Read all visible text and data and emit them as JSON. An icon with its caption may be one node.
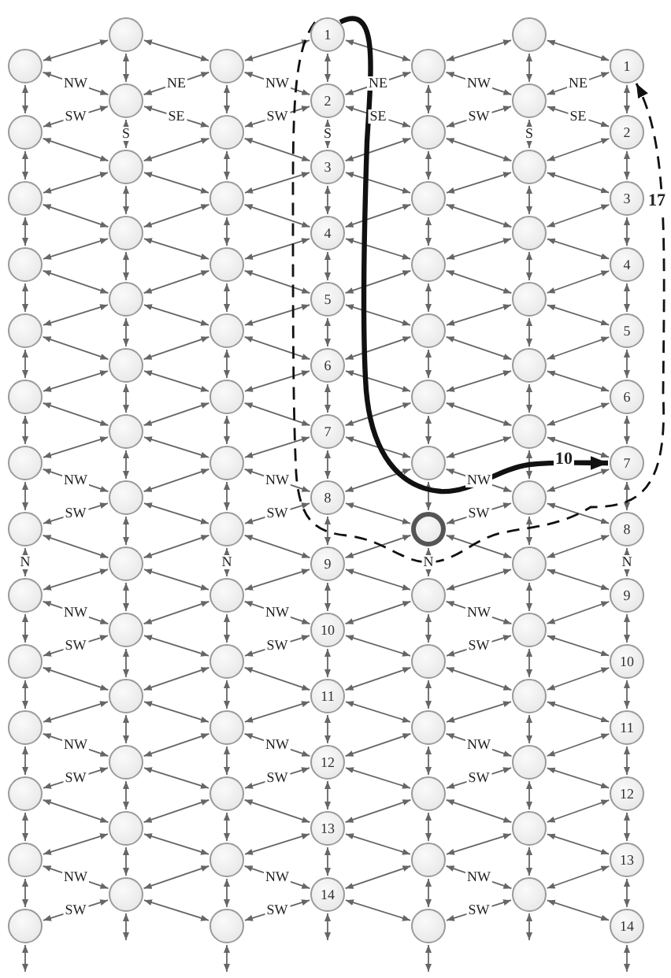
{
  "diagram": {
    "nodes": [
      {
        "text": [],
        "shape": "circle"
      },
      {
        "text": [],
        "shape": "circle"
      },
      {
        "text": [],
        "shape": "circle"
      },
      {
        "text": [],
        "shape": "circle"
      },
      {
        "text": [],
        "shape": "circle"
      },
      {
        "text": [],
        "shape": "circle"
      },
      {
        "text": [],
        "shape": "circle"
      },
      {
        "text": [],
        "shape": "circle"
      },
      {
        "text": [],
        "shape": "circle"
      },
      {
        "text": [],
        "shape": "circle"
      },
      {
        "text": [],
        "shape": "circle"
      },
      {
        "text": [],
        "shape": "circle"
      },
      {
        "text": [],
        "shape": "circle"
      },
      {
        "text": [],
        "shape": "circle"
      },
      {
        "text": [],
        "shape": "circle"
      },
      {
        "text": [],
        "shape": "circle"
      },
      {
        "text": [],
        "shape": "circle"
      },
      {
        "text": [],
        "shape": "circle"
      },
      {
        "text": [],
        "shape": "circle"
      },
      {
        "text": [],
        "shape": "circle"
      },
      {
        "text": [],
        "shape": "circle"
      },
      {
        "text": [],
        "shape": "circle"
      },
      {
        "text": [],
        "shape": "circle"
      },
      {
        "text": [],
        "shape": "circle"
      },
      {
        "text": [],
        "shape": "circle"
      },
      {
        "text": [],
        "shape": "circle"
      },
      {
        "text": [],
        "shape": "circle"
      },
      {
        "text": [],
        "shape": "circle"
      },
      {
        "text": [],
        "shape": "circle"
      },
      {
        "text": [],
        "shape": "circle"
      },
      {
        "text": [],
        "shape": "circle"
      },
      {
        "text": [],
        "shape": "circle"
      },
      {
        "text": [],
        "shape": "circle"
      },
      {
        "text": [],
        "shape": "circle"
      },
      {
        "text": [],
        "shape": "circle"
      },
      {
        "text": [],
        "shape": "circle"
      },
      {
        "text": [],
        "shape": "circle"
      },
      {
        "text": [],
        "shape": "circle"
      },
      {
        "text": [],
        "shape": "circle"
      },
      {
        "text": [],
        "shape": "circle"
      },
      {
        "text": [],
        "shape": "circle"
      },
      {
        "text": [],
        "shape": "circle"
      },
      {
        "text": [
          "1"
        ]
      },
      {
        "text": [
          "2"
        ]
      },
      {
        "text": [
          "3"
        ]
      },
      {
        "text": [
          "4"
        ]
      },
      {
        "text": [
          "5"
        ]
      },
      {
        "text": [
          "6"
        ]
      },
      {
        "text": [
          "7"
        ]
      },
      {
        "text": [
          "8"
        ]
      },
      {
        "text": [
          "9"
        ]
      },
      {
        "text": [
          "10"
        ]
      },
      {
        "text": [
          "11"
        ]
      },
      {
        "text": [
          "12"
        ]
      },
      {
        "text": [
          "13"
        ]
      },
      {
        "text": [
          "14"
        ]
      },
      {
        "text": [],
        "shape": "circle"
      },
      {
        "text": [],
        "shape": "circle"
      },
      {
        "text": [],
        "shape": "circle"
      },
      {
        "text": [],
        "shape": "circle"
      },
      {
        "text": [],
        "shape": "circle"
      },
      {
        "text": [],
        "shape": "circle"
      },
      {
        "text": [],
        "shape": "circle"
      },
      {
        "text": [],
        "shape": "circle"
      },
      {
        "text": [],
        "shape": "circle"
      },
      {
        "text": [],
        "shape": "circle"
      },
      {
        "text": [],
        "shape": "circle"
      },
      {
        "text": [],
        "shape": "circle"
      },
      {
        "text": [],
        "shape": "circle"
      },
      {
        "text": [],
        "shape": "circle"
      },
      {
        "text": [],
        "shape": "circle"
      },
      {
        "text": [],
        "shape": "circle"
      },
      {
        "text": [],
        "shape": "circle"
      },
      {
        "text": [],
        "shape": "circle"
      },
      {
        "text": [],
        "shape": "circle"
      },
      {
        "text": [],
        "shape": "circle"
      },
      {
        "text": [],
        "shape": "circle"
      },
      {
        "text": [],
        "shape": "circle"
      },
      {
        "text": [],
        "shape": "circle"
      },
      {
        "text": [],
        "shape": "circle"
      },
      {
        "text": [],
        "shape": "circle"
      },
      {
        "text": [],
        "shape": "circle"
      },
      {
        "text": [],
        "shape": "circle"
      },
      {
        "text": [],
        "shape": "circle"
      },
      {
        "text": [
          "1"
        ]
      },
      {
        "text": [
          "2"
        ]
      },
      {
        "text": [
          "3"
        ]
      },
      {
        "text": [
          "4"
        ]
      },
      {
        "text": [
          "5"
        ]
      },
      {
        "text": [
          "6"
        ]
      },
      {
        "text": [
          "7"
        ]
      },
      {
        "text": [
          "8"
        ]
      },
      {
        "text": [
          "9"
        ]
      },
      {
        "text": [
          "10"
        ]
      },
      {
        "text": [
          "11"
        ]
      },
      {
        "text": [
          "12"
        ]
      },
      {
        "text": [
          "13"
        ]
      },
      {
        "text": [
          "14"
        ]
      }
    ],
    "edges": [
      {
        "from": 0,
        "to": 1,
        "arrow": "both"
      },
      {
        "from": 1,
        "to": 2,
        "arrow": "both"
      },
      {
        "from": 2,
        "to": 3,
        "arrow": "both"
      },
      {
        "from": 3,
        "to": 4,
        "arrow": "both"
      },
      {
        "from": 4,
        "to": 5,
        "arrow": "both"
      },
      {
        "from": 5,
        "to": 6,
        "arrow": "both"
      },
      {
        "from": 6,
        "to": 7,
        "arrow": "both"
      },
      {
        "from": 7,
        "to": 8,
        "arrow": "both",
        "label": "N"
      },
      {
        "from": 8,
        "to": 9,
        "arrow": "both"
      },
      {
        "from": 9,
        "to": 10,
        "arrow": "both"
      },
      {
        "from": 10,
        "to": 11,
        "arrow": "both"
      },
      {
        "from": 11,
        "to": 12,
        "arrow": "both"
      },
      {
        "from": 12,
        "to": 13,
        "arrow": "both"
      },
      {
        "from": 14,
        "to": 15,
        "arrow": "both"
      },
      {
        "from": 15,
        "to": 16,
        "arrow": "both",
        "label": "S"
      },
      {
        "from": 16,
        "to": 17,
        "arrow": "both"
      },
      {
        "from": 17,
        "to": 18,
        "arrow": "both"
      },
      {
        "from": 18,
        "to": 19,
        "arrow": "both"
      },
      {
        "from": 19,
        "to": 20,
        "arrow": "both"
      },
      {
        "from": 20,
        "to": 21,
        "arrow": "both"
      },
      {
        "from": 21,
        "to": 22,
        "arrow": "both"
      },
      {
        "from": 22,
        "to": 23,
        "arrow": "both"
      },
      {
        "from": 23,
        "to": 24,
        "arrow": "both"
      },
      {
        "from": 24,
        "to": 25,
        "arrow": "both"
      },
      {
        "from": 25,
        "to": 26,
        "arrow": "both"
      },
      {
        "from": 26,
        "to": 27,
        "arrow": "both"
      },
      {
        "from": 28,
        "to": 29,
        "arrow": "both"
      },
      {
        "from": 29,
        "to": 30,
        "arrow": "both"
      },
      {
        "from": 30,
        "to": 31,
        "arrow": "both"
      },
      {
        "from": 31,
        "to": 32,
        "arrow": "both"
      },
      {
        "from": 32,
        "to": 33,
        "arrow": "both"
      },
      {
        "from": 33,
        "to": 34,
        "arrow": "both"
      },
      {
        "from": 34,
        "to": 35,
        "arrow": "both"
      },
      {
        "from": 35,
        "to": 36,
        "arrow": "both",
        "label": "N"
      },
      {
        "from": 36,
        "to": 37,
        "arrow": "both"
      },
      {
        "from": 37,
        "to": 38,
        "arrow": "both"
      },
      {
        "from": 38,
        "to": 39,
        "arrow": "both"
      },
      {
        "from": 39,
        "to": 40,
        "arrow": "both"
      },
      {
        "from": 40,
        "to": 41,
        "arrow": "both"
      },
      {
        "from": 42,
        "to": 43,
        "arrow": "both"
      },
      {
        "from": 43,
        "to": 44,
        "arrow": "both",
        "label": "S"
      },
      {
        "from": 44,
        "to": 45,
        "arrow": "both"
      },
      {
        "from": 45,
        "to": 46,
        "arrow": "both"
      },
      {
        "from": 46,
        "to": 47,
        "arrow": "both"
      },
      {
        "from": 47,
        "to": 48,
        "arrow": "both"
      },
      {
        "from": 48,
        "to": 49,
        "arrow": "both"
      },
      {
        "from": 49,
        "to": 50,
        "arrow": "both"
      },
      {
        "from": 50,
        "to": 51,
        "arrow": "both"
      },
      {
        "from": 51,
        "to": 52,
        "arrow": "both"
      },
      {
        "from": 52,
        "to": 53,
        "arrow": "both"
      },
      {
        "from": 53,
        "to": 54,
        "arrow": "both"
      },
      {
        "from": 54,
        "to": 55,
        "arrow": "both"
      },
      {
        "from": 56,
        "to": 57,
        "arrow": "both"
      },
      {
        "from": 57,
        "to": 58,
        "arrow": "both"
      },
      {
        "from": 58,
        "to": 59,
        "arrow": "both"
      },
      {
        "from": 59,
        "to": 60,
        "arrow": "both"
      },
      {
        "from": 60,
        "to": 61,
        "arrow": "both"
      },
      {
        "from": 61,
        "to": 62,
        "arrow": "both"
      },
      {
        "from": 62,
        "to": 63,
        "arrow": "both"
      },
      {
        "from": 63,
        "to": 64,
        "arrow": "both",
        "label": "N"
      },
      {
        "from": 64,
        "to": 65,
        "arrow": "both"
      },
      {
        "from": 65,
        "to": 66,
        "arrow": "both"
      },
      {
        "from": 66,
        "to": 67,
        "arrow": "both"
      },
      {
        "from": 67,
        "to": 68,
        "arrow": "both"
      },
      {
        "from": 68,
        "to": 69,
        "arrow": "both"
      },
      {
        "from": 70,
        "to": 71,
        "arrow": "both"
      },
      {
        "from": 71,
        "to": 72,
        "arrow": "both",
        "label": "S"
      },
      {
        "from": 72,
        "to": 73,
        "arrow": "both"
      },
      {
        "from": 73,
        "to": 74,
        "arrow": "both"
      },
      {
        "from": 74,
        "to": 75,
        "arrow": "both"
      },
      {
        "from": 75,
        "to": 76,
        "arrow": "both"
      },
      {
        "from": 76,
        "to": 77,
        "arrow": "both"
      },
      {
        "from": 77,
        "to": 78,
        "arrow": "both"
      },
      {
        "from": 78,
        "to": 79,
        "arrow": "both"
      },
      {
        "from": 79,
        "to": 80,
        "arrow": "both"
      },
      {
        "from": 80,
        "to": 81,
        "arrow": "both"
      },
      {
        "from": 81,
        "to": 82,
        "arrow": "both"
      },
      {
        "from": 82,
        "to": 83,
        "arrow": "both"
      },
      {
        "from": 84,
        "to": 85,
        "arrow": "both"
      },
      {
        "from": 85,
        "to": 86,
        "arrow": "both"
      },
      {
        "from": 86,
        "to": 87,
        "arrow": "both"
      },
      {
        "from": 87,
        "to": 88,
        "arrow": "both"
      },
      {
        "from": 88,
        "to": 89,
        "arrow": "both"
      },
      {
        "from": 89,
        "to": 90,
        "arrow": "both"
      },
      {
        "from": 90,
        "to": 91,
        "arrow": "both"
      },
      {
        "from": 91,
        "to": 92,
        "arrow": "both",
        "label": "N"
      },
      {
        "from": 92,
        "to": 93,
        "arrow": "both"
      },
      {
        "from": 93,
        "to": 94,
        "arrow": "both"
      },
      {
        "from": 94,
        "to": 95,
        "arrow": "both"
      },
      {
        "from": 95,
        "to": 96,
        "arrow": "both"
      },
      {
        "from": 96,
        "to": 97,
        "arrow": "both"
      },
      {
        "from": 0,
        "to": 14,
        "arrow": "both"
      },
      {
        "from": 0,
        "to": 15,
        "arrow": "both",
        "label": "NW"
      },
      {
        "from": 1,
        "to": 15,
        "arrow": "both",
        "label": "SW"
      },
      {
        "from": 1,
        "to": 16,
        "arrow": "both"
      },
      {
        "from": 2,
        "to": 16,
        "arrow": "both"
      },
      {
        "from": 2,
        "to": 17,
        "arrow": "both"
      },
      {
        "from": 3,
        "to": 17,
        "arrow": "both"
      },
      {
        "from": 3,
        "to": 18,
        "arrow": "both"
      },
      {
        "from": 4,
        "to": 18,
        "arrow": "both"
      },
      {
        "from": 4,
        "to": 19,
        "arrow": "both"
      },
      {
        "from": 5,
        "to": 19,
        "arrow": "both"
      },
      {
        "from": 5,
        "to": 20,
        "arrow": "both"
      },
      {
        "from": 6,
        "to": 20,
        "arrow": "both"
      },
      {
        "from": 6,
        "to": 21,
        "arrow": "both",
        "label": "NW"
      },
      {
        "from": 7,
        "to": 21,
        "arrow": "both",
        "label": "SW"
      },
      {
        "from": 7,
        "to": 22,
        "arrow": "both"
      },
      {
        "from": 8,
        "to": 22,
        "arrow": "both"
      },
      {
        "from": 8,
        "to": 23,
        "arrow": "both",
        "label": "NW"
      },
      {
        "from": 9,
        "to": 23,
        "arrow": "both",
        "label": "SW"
      },
      {
        "from": 9,
        "to": 24,
        "arrow": "both"
      },
      {
        "from": 10,
        "to": 24,
        "arrow": "both"
      },
      {
        "from": 10,
        "to": 25,
        "arrow": "both",
        "label": "NW"
      },
      {
        "from": 11,
        "to": 25,
        "arrow": "both",
        "label": "SW"
      },
      {
        "from": 11,
        "to": 26,
        "arrow": "both"
      },
      {
        "from": 12,
        "to": 26,
        "arrow": "both"
      },
      {
        "from": 12,
        "to": 27,
        "arrow": "both",
        "label": "NW"
      },
      {
        "from": 13,
        "to": 27,
        "arrow": "both",
        "label": "SW"
      },
      {
        "from": 14,
        "to": 28,
        "arrow": "both"
      },
      {
        "from": 15,
        "to": 28,
        "arrow": "both",
        "label": "NE"
      },
      {
        "from": 15,
        "to": 29,
        "arrow": "both",
        "label": "SE"
      },
      {
        "from": 16,
        "to": 29,
        "arrow": "both"
      },
      {
        "from": 16,
        "to": 30,
        "arrow": "both"
      },
      {
        "from": 17,
        "to": 30,
        "arrow": "both"
      },
      {
        "from": 17,
        "to": 31,
        "arrow": "both"
      },
      {
        "from": 18,
        "to": 31,
        "arrow": "both"
      },
      {
        "from": 18,
        "to": 32,
        "arrow": "both"
      },
      {
        "from": 19,
        "to": 32,
        "arrow": "both"
      },
      {
        "from": 19,
        "to": 33,
        "arrow": "both"
      },
      {
        "from": 20,
        "to": 33,
        "arrow": "both"
      },
      {
        "from": 20,
        "to": 34,
        "arrow": "both"
      },
      {
        "from": 21,
        "to": 34,
        "arrow": "both"
      },
      {
        "from": 21,
        "to": 35,
        "arrow": "both"
      },
      {
        "from": 22,
        "to": 35,
        "arrow": "both"
      },
      {
        "from": 22,
        "to": 36,
        "arrow": "both"
      },
      {
        "from": 23,
        "to": 36,
        "arrow": "both"
      },
      {
        "from": 23,
        "to": 37,
        "arrow": "both"
      },
      {
        "from": 24,
        "to": 37,
        "arrow": "both"
      },
      {
        "from": 24,
        "to": 38,
        "arrow": "both"
      },
      {
        "from": 25,
        "to": 38,
        "arrow": "both"
      },
      {
        "from": 25,
        "to": 39,
        "arrow": "both"
      },
      {
        "from": 26,
        "to": 39,
        "arrow": "both"
      },
      {
        "from": 26,
        "to": 40,
        "arrow": "both"
      },
      {
        "from": 27,
        "to": 40,
        "arrow": "both"
      },
      {
        "from": 27,
        "to": 41,
        "arrow": "both"
      },
      {
        "from": 28,
        "to": 42,
        "arrow": "both"
      },
      {
        "from": 28,
        "to": 43,
        "arrow": "both",
        "label": "NW"
      },
      {
        "from": 29,
        "to": 43,
        "arrow": "both",
        "label": "SW"
      },
      {
        "from": 29,
        "to": 44,
        "arrow": "both"
      },
      {
        "from": 30,
        "to": 44,
        "arrow": "both"
      },
      {
        "from": 30,
        "to": 45,
        "arrow": "both"
      },
      {
        "from": 31,
        "to": 45,
        "arrow": "both"
      },
      {
        "from": 31,
        "to": 46,
        "arrow": "both"
      },
      {
        "from": 32,
        "to": 46,
        "arrow": "both"
      },
      {
        "from": 32,
        "to": 47,
        "arrow": "both"
      },
      {
        "from": 33,
        "to": 47,
        "arrow": "both"
      },
      {
        "from": 33,
        "to": 48,
        "arrow": "both"
      },
      {
        "from": 34,
        "to": 48,
        "arrow": "both"
      },
      {
        "from": 34,
        "to": 49,
        "arrow": "both",
        "label": "NW"
      },
      {
        "from": 35,
        "to": 49,
        "arrow": "both",
        "label": "SW"
      },
      {
        "from": 35,
        "to": 50,
        "arrow": "both"
      },
      {
        "from": 36,
        "to": 50,
        "arrow": "both"
      },
      {
        "from": 36,
        "to": 51,
        "arrow": "both",
        "label": "NW"
      },
      {
        "from": 37,
        "to": 51,
        "arrow": "both",
        "label": "SW"
      },
      {
        "from": 37,
        "to": 52,
        "arrow": "both"
      },
      {
        "from": 38,
        "to": 52,
        "arrow": "both"
      },
      {
        "from": 38,
        "to": 53,
        "arrow": "both",
        "label": "NW"
      },
      {
        "from": 39,
        "to": 53,
        "arrow": "both",
        "label": "SW"
      },
      {
        "from": 39,
        "to": 54,
        "arrow": "both"
      },
      {
        "from": 40,
        "to": 54,
        "arrow": "both"
      },
      {
        "from": 40,
        "to": 55,
        "arrow": "both",
        "label": "NW"
      },
      {
        "from": 41,
        "to": 55,
        "arrow": "both",
        "label": "SW"
      },
      {
        "from": 42,
        "to": 56,
        "arrow": "both"
      },
      {
        "from": 43,
        "to": 56,
        "arrow": "both",
        "label": "NE"
      },
      {
        "from": 43,
        "to": 57,
        "arrow": "both",
        "label": "SE"
      },
      {
        "from": 44,
        "to": 57,
        "arrow": "both"
      },
      {
        "from": 44,
        "to": 58,
        "arrow": "both"
      },
      {
        "from": 45,
        "to": 58,
        "arrow": "both"
      },
      {
        "from": 45,
        "to": 59,
        "arrow": "both"
      },
      {
        "from": 46,
        "to": 59,
        "arrow": "both"
      },
      {
        "from": 46,
        "to": 60,
        "arrow": "both"
      },
      {
        "from": 47,
        "to": 60,
        "arrow": "both"
      },
      {
        "from": 47,
        "to": 61,
        "arrow": "both"
      },
      {
        "from": 48,
        "to": 61,
        "arrow": "both"
      },
      {
        "from": 48,
        "to": 62,
        "arrow": "both"
      },
      {
        "from": 49,
        "to": 62,
        "arrow": "both"
      },
      {
        "from": 49,
        "to": 63,
        "arrow": "both"
      },
      {
        "from": 50,
        "to": 63,
        "arrow": "both"
      },
      {
        "from": 50,
        "to": 64,
        "arrow": "both"
      },
      {
        "from": 51,
        "to": 64,
        "arrow": "both"
      },
      {
        "from": 51,
        "to": 65,
        "arrow": "both"
      },
      {
        "from": 52,
        "to": 65,
        "arrow": "both"
      },
      {
        "from": 52,
        "to": 66,
        "arrow": "both"
      },
      {
        "from": 53,
        "to": 66,
        "arrow": "both"
      },
      {
        "from": 53,
        "to": 67,
        "arrow": "both"
      },
      {
        "from": 54,
        "to": 67,
        "arrow": "both"
      },
      {
        "from": 54,
        "to": 68,
        "arrow": "both"
      },
      {
        "from": 55,
        "to": 68,
        "arrow": "both"
      },
      {
        "from": 55,
        "to": 69,
        "arrow": "both"
      },
      {
        "from": 56,
        "to": 70,
        "arrow": "both"
      },
      {
        "from": 56,
        "to": 71,
        "arrow": "both",
        "label": "NW"
      },
      {
        "from": 57,
        "to": 71,
        "arrow": "both",
        "label": "SW"
      },
      {
        "from": 57,
        "to": 72,
        "arrow": "both"
      },
      {
        "from": 58,
        "to": 72,
        "arrow": "both"
      },
      {
        "from": 58,
        "to": 73,
        "arrow": "both"
      },
      {
        "from": 59,
        "to": 73,
        "arrow": "both"
      },
      {
        "from": 59,
        "to": 74,
        "arrow": "both"
      },
      {
        "from": 60,
        "to": 74,
        "arrow": "both"
      },
      {
        "from": 60,
        "to": 75,
        "arrow": "both"
      },
      {
        "from": 61,
        "to": 75,
        "arrow": "both"
      },
      {
        "from": 61,
        "to": 76,
        "arrow": "both"
      },
      {
        "from": 62,
        "to": 76,
        "arrow": "both"
      },
      {
        "from": 62,
        "to": 77,
        "arrow": "both",
        "label": "NW"
      },
      {
        "from": 63,
        "to": 77,
        "arrow": "both",
        "label": "SW"
      },
      {
        "from": 63,
        "to": 78,
        "arrow": "both"
      },
      {
        "from": 64,
        "to": 78,
        "arrow": "both"
      },
      {
        "from": 64,
        "to": 79,
        "arrow": "both",
        "label": "NW"
      },
      {
        "from": 65,
        "to": 79,
        "arrow": "both",
        "label": "SW"
      },
      {
        "from": 65,
        "to": 80,
        "arrow": "both"
      },
      {
        "from": 66,
        "to": 80,
        "arrow": "both"
      },
      {
        "from": 66,
        "to": 81,
        "arrow": "both",
        "label": "NW"
      },
      {
        "from": 67,
        "to": 81,
        "arrow": "both",
        "label": "SW"
      },
      {
        "from": 67,
        "to": 82,
        "arrow": "both"
      },
      {
        "from": 68,
        "to": 82,
        "arrow": "both"
      },
      {
        "from": 68,
        "to": 83,
        "arrow": "both",
        "label": "NW"
      },
      {
        "from": 69,
        "to": 83,
        "arrow": "both",
        "label": "SW"
      },
      {
        "from": 70,
        "to": 84,
        "arrow": "both"
      },
      {
        "from": 71,
        "to": 84,
        "arrow": "both",
        "label": "NE"
      },
      {
        "from": 71,
        "to": 85,
        "arrow": "both",
        "label": "SE"
      },
      {
        "from": 72,
        "to": 85,
        "arrow": "both"
      },
      {
        "from": 72,
        "to": 86,
        "arrow": "both"
      },
      {
        "from": 73,
        "to": 86,
        "arrow": "both"
      },
      {
        "from": 73,
        "to": 87,
        "arrow": "both"
      },
      {
        "from": 74,
        "to": 87,
        "arrow": "both"
      },
      {
        "from": 74,
        "to": 88,
        "arrow": "both"
      },
      {
        "from": 75,
        "to": 88,
        "arrow": "both"
      },
      {
        "from": 75,
        "to": 89,
        "arrow": "both"
      },
      {
        "from": 76,
        "to": 89,
        "arrow": "both"
      },
      {
        "from": 76,
        "to": 90,
        "arrow": "both"
      },
      {
        "from": 77,
        "to": 90,
        "arrow": "both"
      },
      {
        "from": 77,
        "to": 91,
        "arrow": "both"
      },
      {
        "from": 78,
        "to": 91,
        "arrow": "both"
      },
      {
        "from": 78,
        "to": 92,
        "arrow": "both"
      },
      {
        "from": 79,
        "to": 92,
        "arrow": "both"
      },
      {
        "from": 79,
        "to": 93,
        "arrow": "both"
      },
      {
        "from": 80,
        "to": 93,
        "arrow": "both"
      },
      {
        "from": 80,
        "to": 94,
        "arrow": "both"
      },
      {
        "from": 81,
        "to": 94,
        "arrow": "both"
      },
      {
        "from": 81,
        "to": 95,
        "arrow": "both"
      },
      {
        "from": 82,
        "to": 95,
        "arrow": "both"
      },
      {
        "from": 82,
        "to": 96,
        "arrow": "both"
      },
      {
        "from": 83,
        "to": 96,
        "arrow": "both"
      },
      {
        "from": 83,
        "to": 97,
        "arrow": "both"
      },
      {
        "from": 13,
        "to": null,
        "arrow": "both"
      },
      {
        "from": 27,
        "to": null,
        "arrow": "both"
      },
      {
        "from": 41,
        "to": null,
        "arrow": "both"
      },
      {
        "from": 55,
        "to": null,
        "arrow": "both"
      },
      {
        "from": 69,
        "to": null,
        "arrow": "both"
      },
      {
        "from": 83,
        "to": null,
        "arrow": "both"
      },
      {
        "from": 97,
        "to": null,
        "arrow": "both"
      },
      {
        "from": 42,
        "to": 90,
        "arrow": "to",
        "label": "10",
        "style": "thick"
      },
      {
        "from": 42,
        "to": 84,
        "arrow": "to",
        "label": "17",
        "style": "dashed"
      }
    ]
  }
}
